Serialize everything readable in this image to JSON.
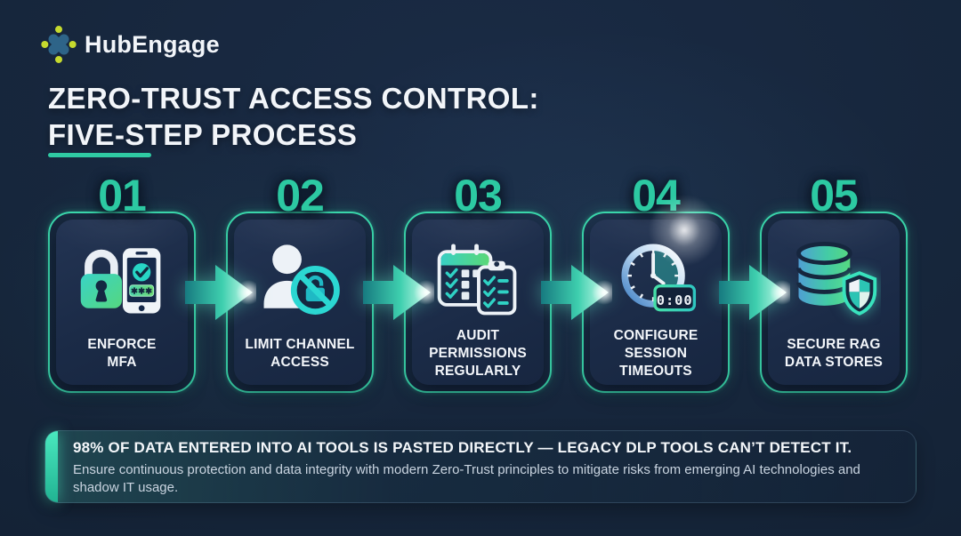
{
  "brand": {
    "name": "HubEngage"
  },
  "header": {
    "title_line1": "ZERO-TRUST ACCESS CONTROL:",
    "title_line2": "FIVE-STEP PROCESS"
  },
  "steps": [
    {
      "number": "01",
      "label": "ENFORCE\nMFA",
      "icon": "mfa-lock-phone-icon",
      "phone_passcode_mask": "✱✱✱"
    },
    {
      "number": "02",
      "label": "LIMIT CHANNEL\nACCESS",
      "icon": "blocked-channel-lock-icon"
    },
    {
      "number": "03",
      "label": "AUDIT\nPERMISSIONS\nREGULARLY",
      "icon": "calendar-checklist-icon"
    },
    {
      "number": "04",
      "label": "CONFIGURE\nSESSION\nTIMEOUTS",
      "icon": "clock-timer-icon",
      "timer_display": "0:00"
    },
    {
      "number": "05",
      "label": "SECURE RAG\nDATA STORES",
      "icon": "database-shield-icon"
    }
  ],
  "callout": {
    "headline": "98% OF DATA ENTERED INTO AI TOOLS IS PASTED DIRECTLY — LEGACY DLP TOOLS CAN’T DETECT IT.",
    "body": "Ensure continuous protection and data integrity with modern Zero-Trust principles to mitigate risks from emerging AI technologies and shadow IT usage."
  },
  "colors": {
    "background": "#152438",
    "accent_teal": "#2fcaa3",
    "card_border": "#3bd9ad",
    "card_fill": "#1c2c49",
    "step_number": "#2cc9a2",
    "arrow_gradient_start": "#177a80",
    "arrow_gradient_end": "#d9fff2",
    "banner_accent": "#3ee3b8",
    "logo_mark_blue": "#2e6488",
    "logo_dot_lime": "#c6da2e",
    "text_primary": "#f3f6fa",
    "text_secondary": "#c9d4e0"
  }
}
